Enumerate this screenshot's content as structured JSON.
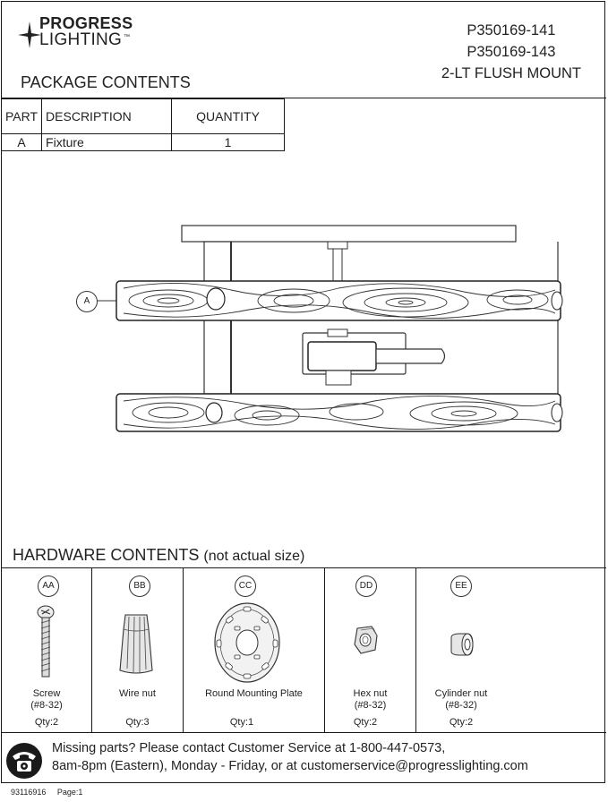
{
  "brand": {
    "line1": "PROGRESS",
    "line2": "LIGHTING",
    "tm": "™"
  },
  "header": {
    "model1": "P350169-141",
    "model2": "P350169-143",
    "product": "2-LT FLUSH MOUNT"
  },
  "package": {
    "title": "PACKAGE CONTENTS",
    "columns": [
      "PART",
      "DESCRIPTION",
      "QUANTITY"
    ],
    "rows": [
      {
        "part": "A",
        "description": "Fixture",
        "quantity": "1"
      }
    ],
    "callout": "A"
  },
  "hardware": {
    "title": "HARDWARE CONTENTS",
    "note": "(not actual size)",
    "items": [
      {
        "tag": "AA",
        "name": "Screw",
        "spec": "(#8-32)",
        "qty": "Qty:2",
        "icon": "screw-icon"
      },
      {
        "tag": "BB",
        "name": "Wire nut",
        "spec": "",
        "qty": "Qty:3",
        "icon": "wire-nut-icon"
      },
      {
        "tag": "CC",
        "name": "Round Mounting Plate",
        "spec": "",
        "qty": "Qty:1",
        "icon": "mounting-plate-icon"
      },
      {
        "tag": "DD",
        "name": "Hex nut",
        "spec": "(#8-32)",
        "qty": "Qty:2",
        "icon": "hex-nut-icon"
      },
      {
        "tag": "EE",
        "name": "Cylinder nut",
        "spec": "(#8-32)",
        "qty": "Qty:2",
        "icon": "cylinder-nut-icon"
      }
    ]
  },
  "footer": {
    "line1": "Missing parts? Please contact Customer Service at 1-800-447-0573,",
    "line2": "8am-8pm (Eastern), Monday - Friday,  or at customerservice@progresslighting.com",
    "icon": "telephone-icon"
  },
  "doc": {
    "id": "93116916",
    "page": "Page:1"
  }
}
